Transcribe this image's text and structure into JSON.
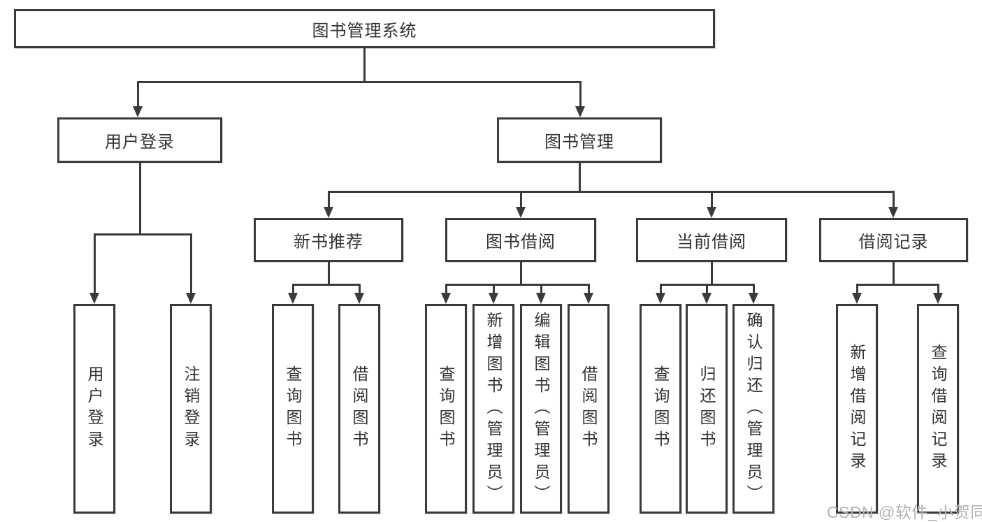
{
  "diagram": {
    "root": "图书管理系统",
    "user_login": {
      "label": "用户登录",
      "children": [
        "用户登录",
        "注销登录"
      ]
    },
    "book_mgmt": {
      "label": "图书管理",
      "sections": [
        {
          "label": "新书推荐",
          "children": [
            "查询图书",
            "借阅图书"
          ]
        },
        {
          "label": "图书借阅",
          "children": [
            "查询图书",
            "新增图书（管理员）",
            "编辑图书（管理员）",
            "借阅图书"
          ]
        },
        {
          "label": "当前借阅",
          "children": [
            "查询图书",
            "归还图书",
            "确认归还（管理员）"
          ]
        },
        {
          "label": "借阅记录",
          "children": [
            "新增借阅记录",
            "查询借阅记录"
          ]
        }
      ]
    }
  },
  "watermark": {
    "text": "CSDN @软件_小贺同学"
  },
  "colors": {
    "line": "#3a3a3a",
    "box_fill": "#ffffff",
    "text": "#333333",
    "watermark_text": "#b3b3b3"
  }
}
